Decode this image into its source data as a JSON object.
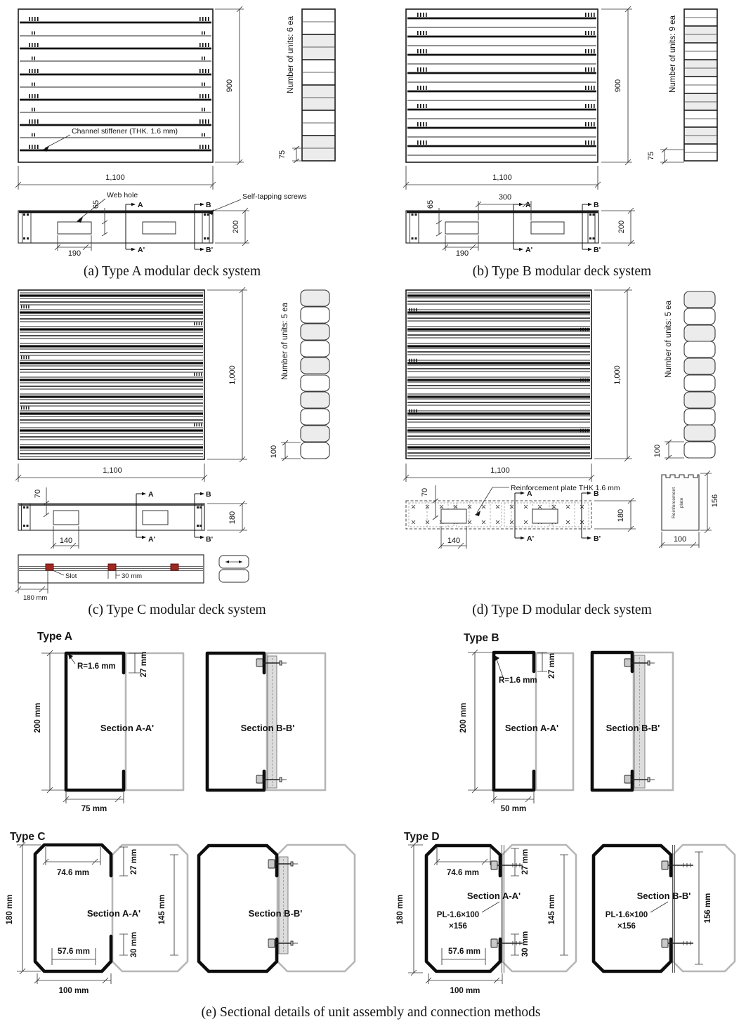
{
  "a": {
    "caption": "(a) Type A modular deck system",
    "units_label": "Number of units: 6 ea",
    "channel_stiffener_label": "Channel stiffener (THK. 1.6 mm)",
    "web_hole_label": "Web hole",
    "screws_label": "Self-tapping screws",
    "dim_height": "900",
    "dim_width": "1,100",
    "dim_unit_thickness": "75",
    "dim_hole_offset": "65",
    "dim_hole_width": "190",
    "dim_depth": "200",
    "cut_a": "A",
    "cut_a_prime": "A'",
    "cut_b": "B",
    "cut_b_prime": "B'"
  },
  "b": {
    "caption": "(b) Type B modular deck system",
    "units_label": "Number of units: 9 ea",
    "dim_height": "900",
    "dim_width": "1,100",
    "dim_unit_thickness": "75",
    "dim_spacing": "300",
    "dim_hole_offset": "65",
    "dim_hole_width": "190",
    "dim_depth": "200",
    "cut_a": "A",
    "cut_a_prime": "A'",
    "cut_b": "B",
    "cut_b_prime": "B'"
  },
  "c": {
    "caption": "(c) Type C modular deck system",
    "units_label": "Number of units: 5 ea",
    "dim_height": "1,000",
    "dim_width": "1,100",
    "dim_unit_thickness": "100",
    "dim_hole_offset": "70",
    "dim_hole_width": "140",
    "dim_depth": "180",
    "slot_label": "Slot",
    "slot_width": "30 mm",
    "slot_edge_distance": "180 mm",
    "cut_a": "A",
    "cut_a_prime": "A'",
    "cut_b": "B",
    "cut_b_prime": "B'"
  },
  "d": {
    "caption": "(d) Type D modular deck system",
    "units_label": "Number of units: 5 ea",
    "reinforcement_label": "Reinforcement plate THK 1.6 mm",
    "plate_text_1": "Reinforcement",
    "plate_text_2": "plate",
    "plate_height": "156",
    "plate_width": "100",
    "dim_height": "1,000",
    "dim_width": "1,100",
    "dim_unit_thickness": "100",
    "dim_hole_offset": "70",
    "dim_hole_width": "140",
    "dim_depth": "180",
    "cut_a": "A",
    "cut_a_prime": "A'",
    "cut_b": "B",
    "cut_b_prime": "B'"
  },
  "e": {
    "caption": "(e) Sectional details of unit assembly and connection methods",
    "type_a": {
      "title": "Type A",
      "radius": "R=1.6 mm",
      "dim_lip": "27 mm",
      "dim_depth": "200 mm",
      "section_a": "Section A-A'",
      "section_b": "Section B-B'",
      "dim_flange": "75 mm"
    },
    "type_b": {
      "title": "Type B",
      "radius": "R=1.6 mm",
      "dim_lip": "27 mm",
      "dim_depth": "200 mm",
      "section_a": "Section A-A'",
      "section_b": "Section B-B'",
      "dim_flange": "50 mm"
    },
    "type_c": {
      "title": "Type C",
      "dim_top": "74.6 mm",
      "dim_lip_top": "27 mm",
      "dim_depth": "180 mm",
      "section_a": "Section A-A'",
      "dim_inner": "145 mm",
      "dim_bottom": "57.6 mm",
      "dim_lip_bottom": "30 mm",
      "dim_flange": "100 mm",
      "section_b": "Section B-B'"
    },
    "type_d": {
      "title": "Type D",
      "dim_top": "74.6 mm",
      "dim_lip_top": "27 mm",
      "dim_depth": "180 mm",
      "section_a": "Section A-A'",
      "plate_line1": "PL-1.6×100",
      "plate_line2": "×156",
      "dim_inner": "145 mm",
      "dim_bottom": "57.6 mm",
      "dim_lip_bottom": "30 mm",
      "dim_flange": "100 mm",
      "section_b": "Section B-B'",
      "dim_plate": "156 mm"
    }
  },
  "colors": {
    "slot_red": "#a02820",
    "ghost_gray": "#b6b6b6",
    "fill_gray": "#ececec",
    "plate_gray": "#dcdcdc"
  }
}
